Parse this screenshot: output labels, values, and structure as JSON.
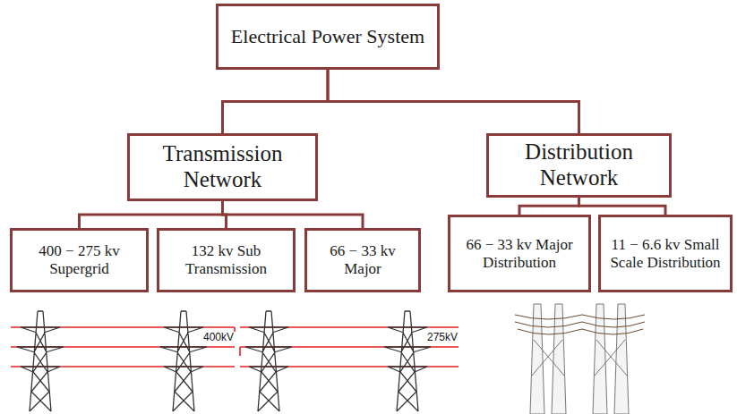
{
  "diagram": {
    "nodes": [
      {
        "text": [
          "Electrical Power System"
        ]
      },
      {
        "text": [
          "Transmission Network"
        ]
      },
      {
        "text": [
          "Distribution Network"
        ]
      },
      {
        "text": [
          "400 − 275 kv Supergrid"
        ]
      },
      {
        "text": [
          "132 kv Sub Transmission"
        ]
      },
      {
        "text": [
          "66 − 33 kv Major"
        ]
      },
      {
        "text": [
          "66 − 33 kv Major Distribution"
        ]
      },
      {
        "text": [
          "11 − 6.6 kv Small Scale Distribution"
        ]
      }
    ],
    "edges": [
      {
        "from": 0,
        "to": 1,
        "arrow": "none"
      },
      {
        "from": 0,
        "to": 2,
        "arrow": "none"
      },
      {
        "from": 1,
        "to": 3,
        "arrow": "none"
      },
      {
        "from": 1,
        "to": 4,
        "arrow": "none"
      },
      {
        "from": 1,
        "to": 5,
        "arrow": "none"
      },
      {
        "from": 2,
        "to": 6,
        "arrow": "none"
      },
      {
        "from": 2,
        "to": 7,
        "arrow": "none"
      }
    ],
    "labels": [
      "400kV",
      "275kV"
    ]
  }
}
